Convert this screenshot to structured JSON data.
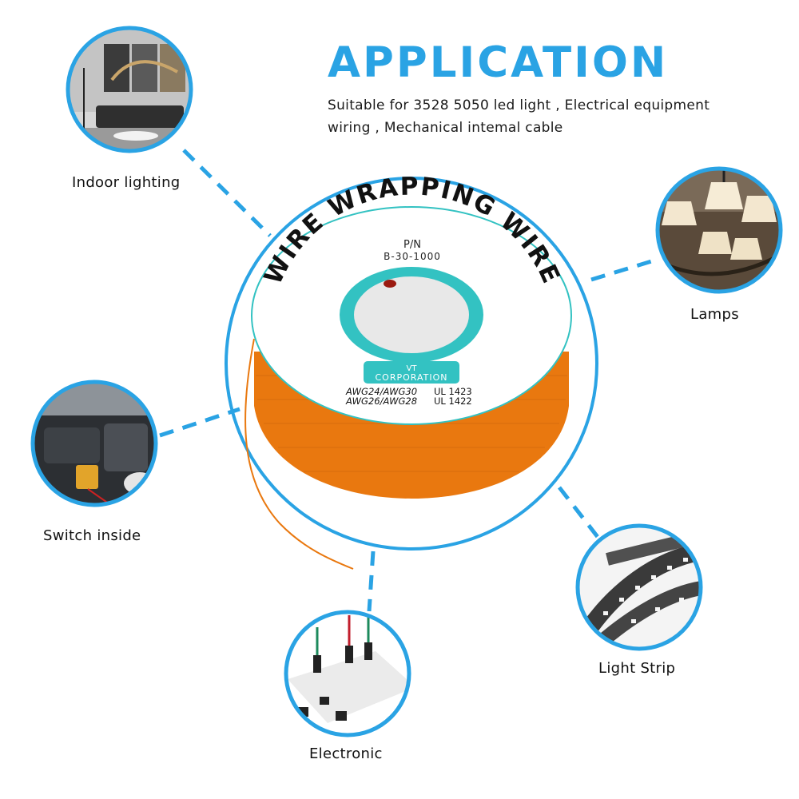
{
  "heading": "APPLICATION",
  "description_line1": "Suitable for 3528 5050 led light , Electrical equipment",
  "description_line2": "wiring , Mechanical intemal cable",
  "spool": {
    "title": "WIRE WRAPPING WIRE",
    "pn_label": "P/N",
    "part_number": "B-30-1000",
    "brand_line1": "VT",
    "brand_line2": "CORPORATION",
    "spec_line1_awg": "AWG24/AWG30",
    "spec_line1_ul": "UL 1423",
    "spec_line2_awg": "AWG26/AWG28",
    "spec_line2_ul": "UL 1422"
  },
  "applications": {
    "indoor": "Indoor lighting",
    "lamps": "Lamps",
    "switch": "Switch inside",
    "electronic": "Electronic",
    "strip": "Light Strip"
  },
  "colors": {
    "accent": "#2aa3e4",
    "wire": "#e9780f",
    "label_teal": "#33c2c2"
  }
}
